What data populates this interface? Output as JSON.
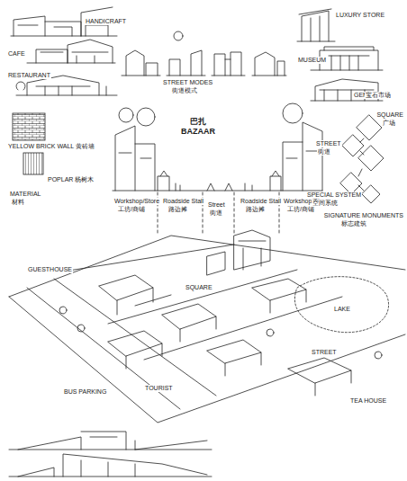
{
  "diagram": {
    "labels": [
      "HANDICRAFT",
      "CAFE",
      "RESTAURANT",
      "STREET MODES",
      "街道模式",
      "LUXURY STORE",
      "MUSEUM",
      "GEM",
      "宝石市场",
      "YELLOW BRICK WALL 黄砖墙",
      "POPLAR 杨树木",
      "MATERIAL",
      "材料",
      "巴扎",
      "BAZAAR",
      "Workshop/Store",
      "工坊/商铺",
      "Roadside Stall",
      "路边摊",
      "Street",
      "街道",
      "Roadside Stall",
      "路边摊",
      "Workshop/Store",
      "工坊/商铺",
      "SQUARE",
      "广场",
      "STREET",
      "街道",
      "SIGNATURE MONUMENTS",
      "标志建筑",
      "SPECIAL SYSTEM",
      "空间系统",
      "GUESTHOUSE",
      "BUS PARKING",
      "TOURIST",
      "SQUARE",
      "STREET",
      "LAKE",
      "TEA HOUSE"
    ]
  }
}
